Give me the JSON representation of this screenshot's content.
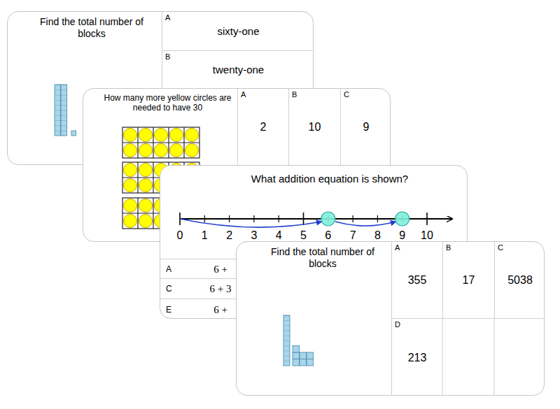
{
  "diagram": {
    "nodes": [
      {
        "text": [
          "Find the total number of blocks"
        ]
      },
      {
        "text": [
          "A",
          "sixty-one"
        ],
        "in": 0
      },
      {
        "text": [
          "B",
          "twenty-one"
        ],
        "in": 0
      },
      {
        "text": [
          "How many more yellow circles are needed to have 30"
        ]
      },
      {
        "text": [
          "A",
          "2"
        ],
        "in": 3
      },
      {
        "text": [
          "B",
          "10"
        ],
        "in": 3
      },
      {
        "text": [
          "C",
          "9"
        ],
        "in": 3
      },
      {
        "text": [
          "What addition equation is shown?"
        ]
      },
      {
        "text": [
          "A",
          "6 +"
        ],
        "in": 7
      },
      {
        "text": [
          "C",
          "6 + 3"
        ],
        "in": 7
      },
      {
        "text": [
          "E",
          "6 +"
        ],
        "in": 7
      },
      {
        "text": [
          "Find the total number of blocks"
        ]
      },
      {
        "text": [
          "A",
          "355"
        ],
        "in": 11
      },
      {
        "text": [
          "B",
          "17"
        ],
        "in": 11
      },
      {
        "text": [
          "C",
          "5038"
        ],
        "in": 11
      },
      {
        "text": [
          "D",
          "213"
        ],
        "in": 11
      }
    ],
    "labels": [
      "0",
      "1",
      "2",
      "3",
      "4",
      "5",
      "6",
      "7",
      "8",
      "9",
      "10"
    ]
  }
}
